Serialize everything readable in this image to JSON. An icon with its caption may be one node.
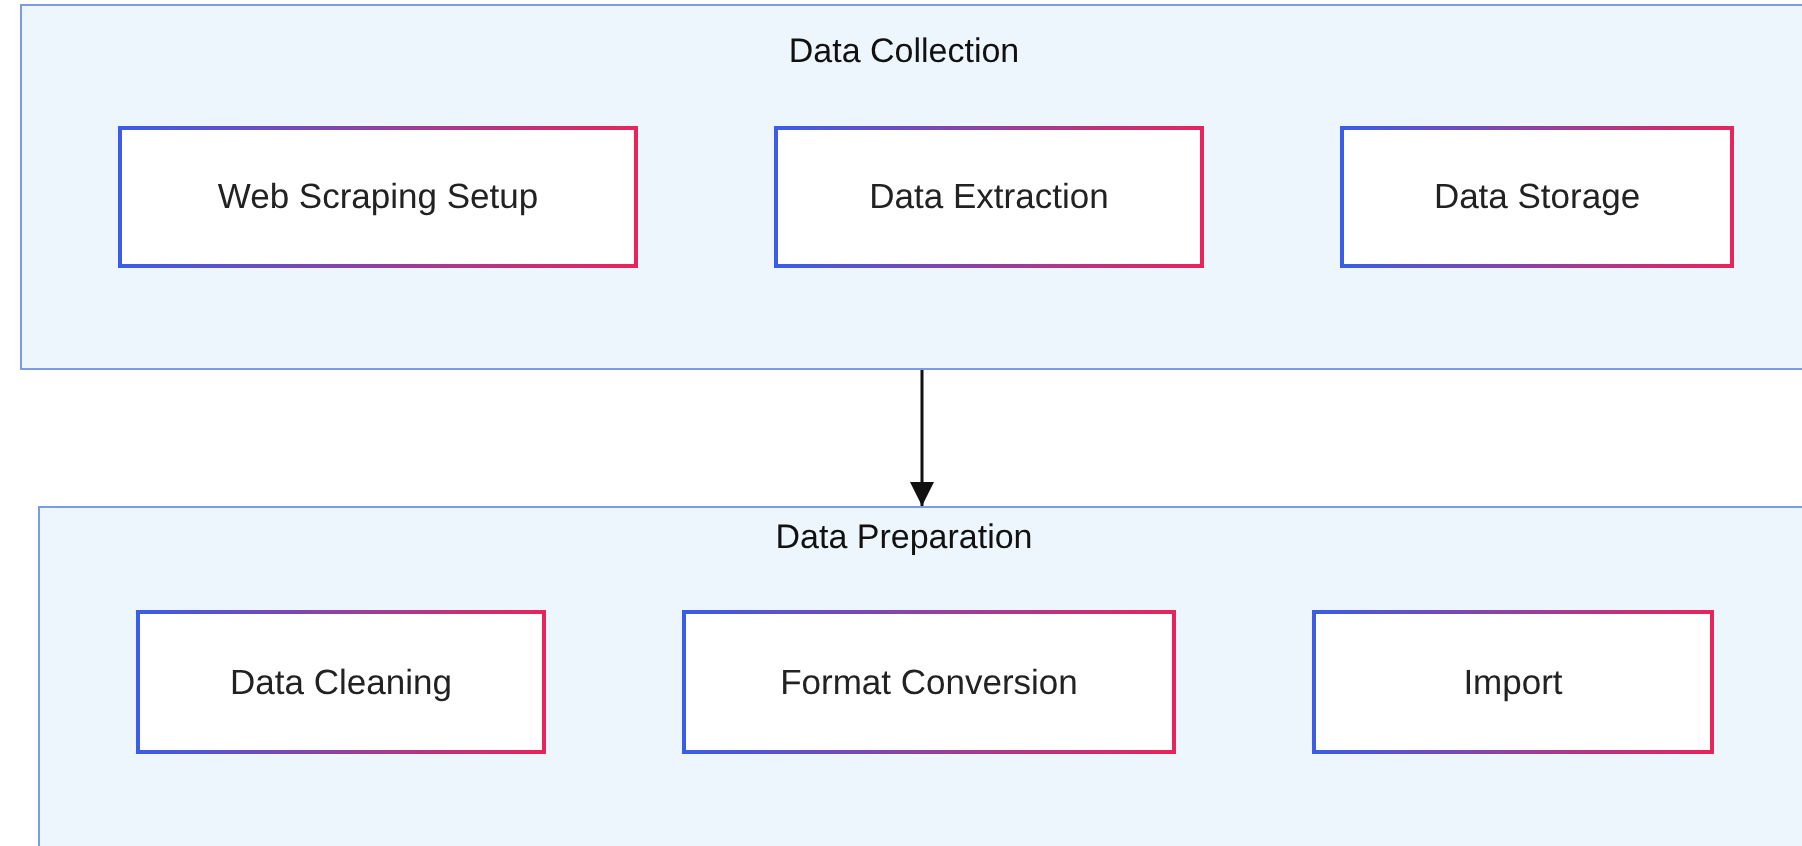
{
  "diagram": {
    "nodes": [
      {
        "text": [
          "Data Collection"
        ]
      },
      {
        "text": [
          "Web Scraping Setup"
        ],
        "in": 0
      },
      {
        "text": [
          "Data Extraction"
        ],
        "in": 0
      },
      {
        "text": [
          "Data Storage"
        ],
        "in": 0
      },
      {
        "text": [
          "Data Preparation"
        ]
      },
      {
        "text": [
          "Data Cleaning"
        ],
        "in": 4
      },
      {
        "text": [
          "Format Conversion"
        ],
        "in": 4
      },
      {
        "text": [
          "Import"
        ],
        "in": 4
      }
    ],
    "edges": [
      {
        "from": 0,
        "to": 4,
        "arrow": "to"
      }
    ]
  }
}
